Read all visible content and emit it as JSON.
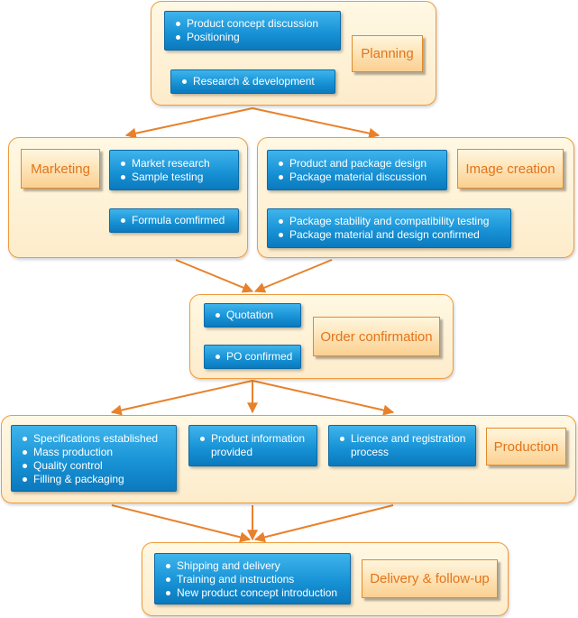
{
  "colors": {
    "stage_border": "#ef9a3c",
    "stage_fill": "#fdeccb",
    "task_fill": "#1893d6",
    "task_text": "#ffffff",
    "tag_text": "#e2751b",
    "arrow": "#e8812b"
  },
  "planning": {
    "label": "Planning",
    "task1": {
      "items": [
        "Product concept discussion",
        "Positioning"
      ]
    },
    "task2": {
      "items": [
        "Research & development"
      ]
    }
  },
  "marketing": {
    "label": "Marketing",
    "task1": {
      "items": [
        "Market research",
        "Sample testing"
      ]
    },
    "task2": {
      "items": [
        "Formula comfirmed"
      ]
    }
  },
  "image_creation": {
    "label": "Image creation",
    "task1": {
      "items": [
        "Product and package design",
        "Package material discussion"
      ]
    },
    "task2": {
      "items": [
        "Package stability and compatibility testing",
        "Package material and design confirmed"
      ]
    }
  },
  "order_confirmation": {
    "label": "Order confirmation",
    "task1": {
      "items": [
        "Quotation"
      ]
    },
    "task2": {
      "items": [
        "PO confirmed"
      ]
    }
  },
  "production": {
    "label": "Production",
    "task1": {
      "items": [
        "Specifications established",
        "Mass production",
        "Quality control",
        "Filling & packaging"
      ]
    },
    "task2": {
      "items": [
        "Product information provided"
      ]
    },
    "task3": {
      "items": [
        "Licence and registration process"
      ]
    }
  },
  "delivery": {
    "label": "Delivery & follow-up",
    "task1": {
      "items": [
        "Shipping and delivery",
        "Training and instructions",
        "New product concept introduction"
      ]
    }
  }
}
